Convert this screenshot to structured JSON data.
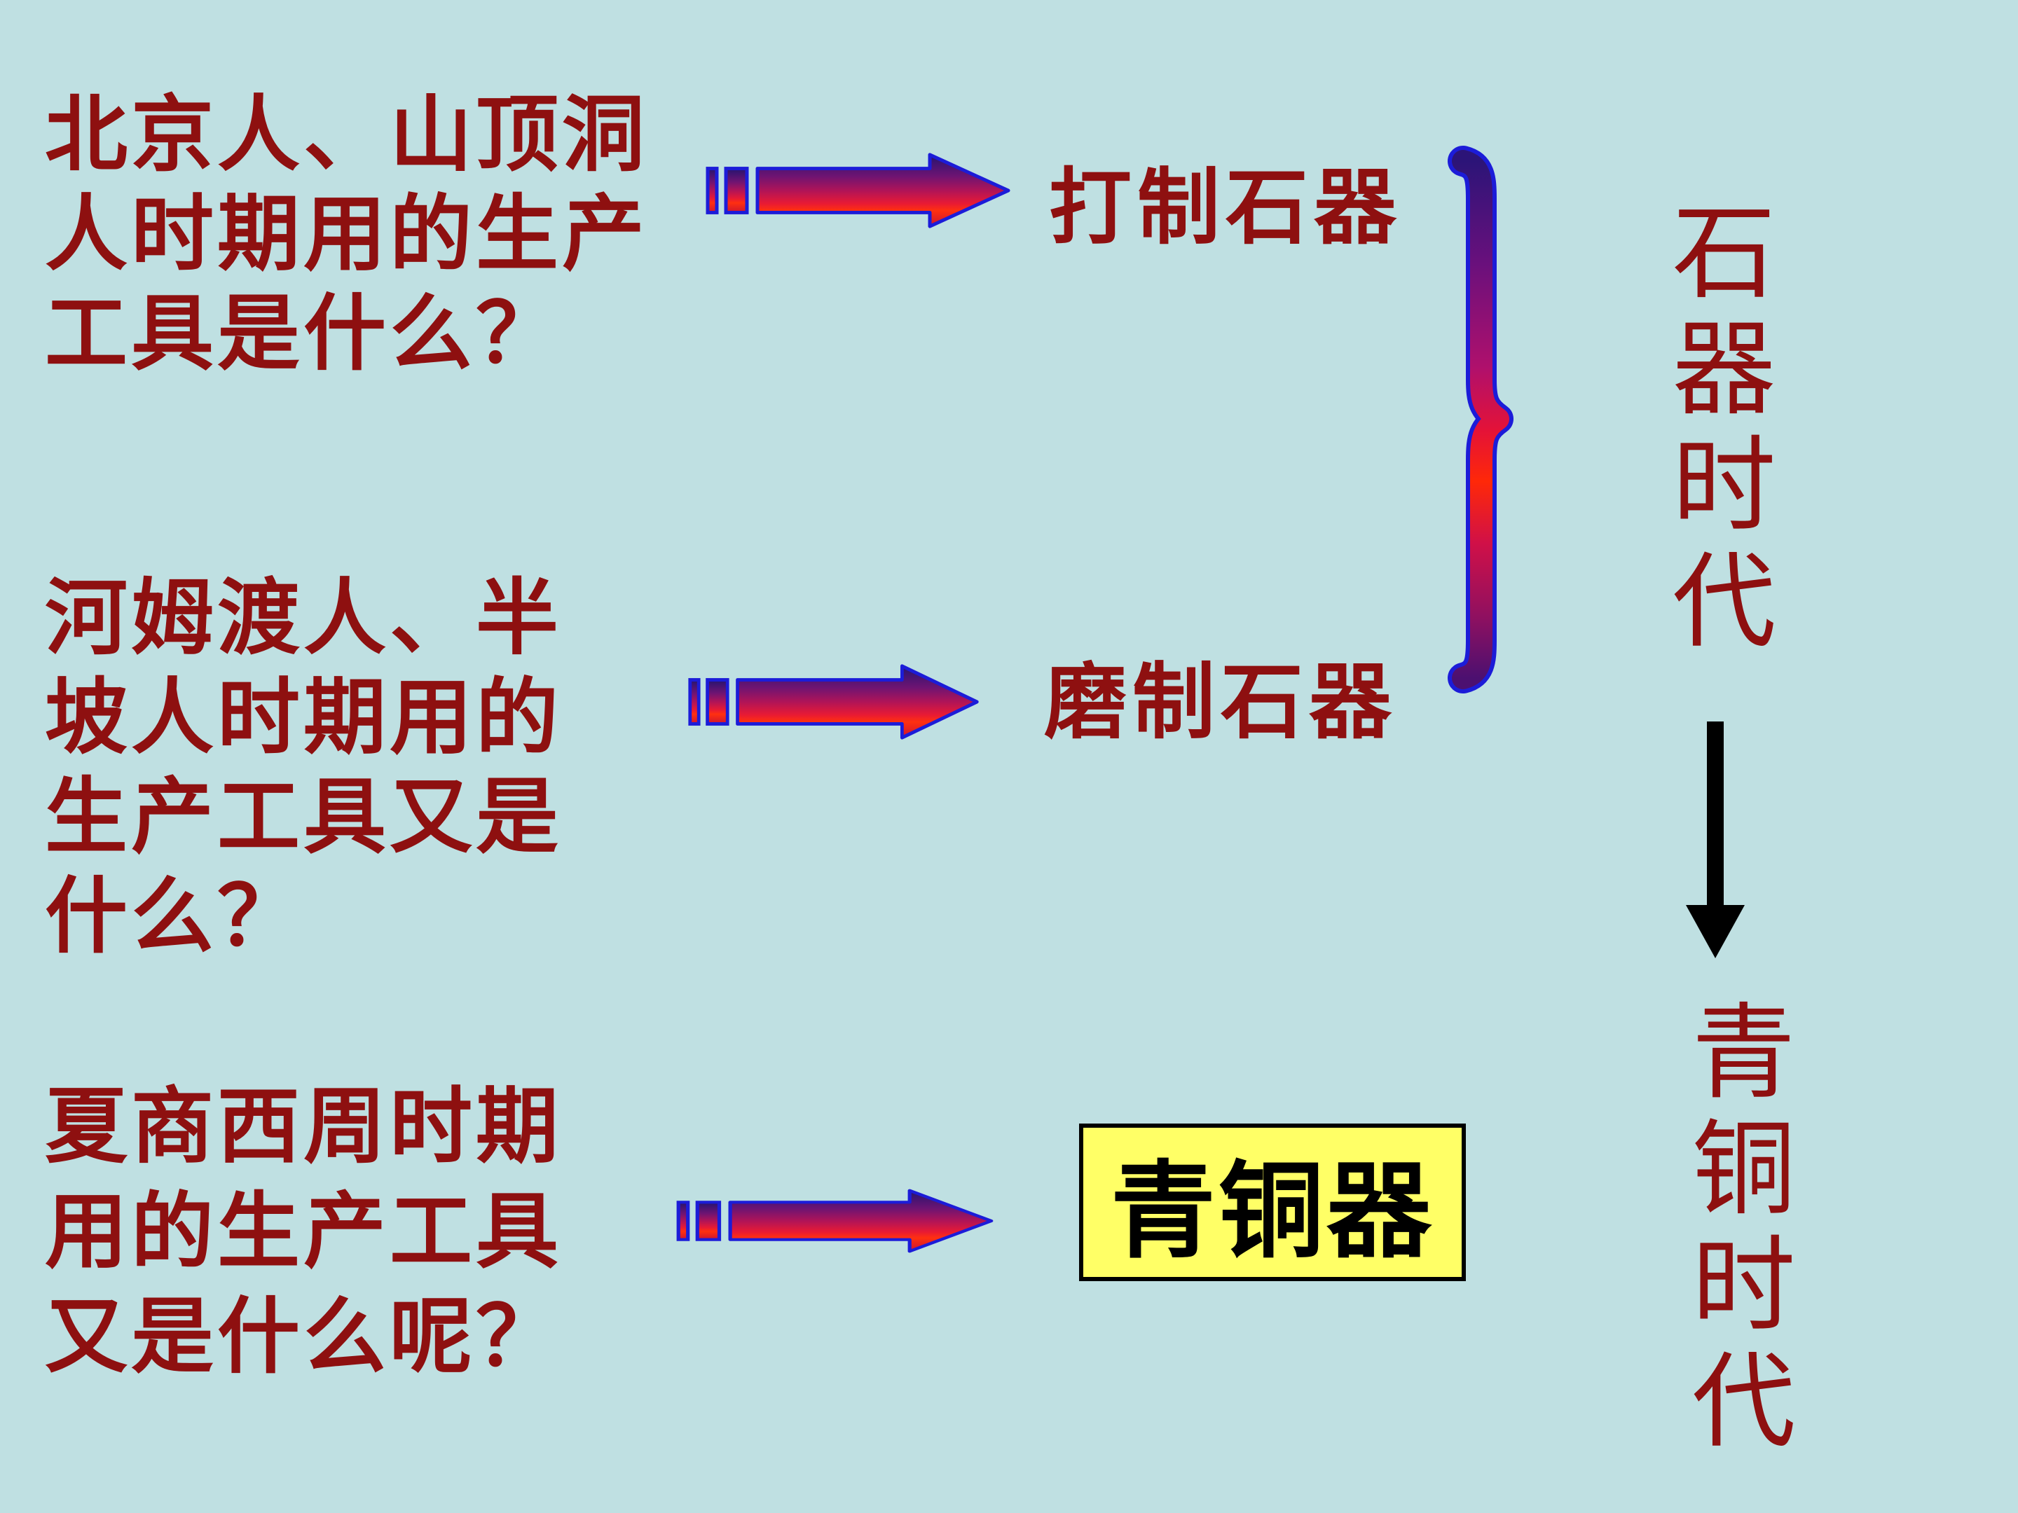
{
  "slide": {
    "colors": {
      "background": "#bfe0e2",
      "question_text": "#8e1010",
      "era_text": "#8e1010",
      "arrow_outline_blue": "#1c1cd8",
      "arrow_gradient_top": "#241470",
      "arrow_gradient_bright": "#ff3010",
      "highlight_box_fill": "#ffff66",
      "highlight_box_border": "#000000",
      "down_arrow": "#000000",
      "bronze_label_text": "#000000"
    },
    "questions": [
      {
        "lines": [
          "北京人、山顶洞",
          "人时期用的生产",
          "工具是什么？"
        ]
      },
      {
        "lines": [
          "河姆渡人、半",
          "坡人时期用的",
          "生产工具又是",
          "什么？"
        ]
      },
      {
        "lines": [
          "夏商西周时期",
          "用的生产工具",
          "又是什么呢？"
        ]
      }
    ],
    "answers": [
      {
        "label": "打制石器"
      },
      {
        "label": "磨制石器"
      },
      {
        "label": "青铜器"
      }
    ],
    "eras": [
      {
        "label": "石器时代"
      },
      {
        "label": "青铜时代"
      }
    ],
    "icons": [
      "striped-right-arrow-icon",
      "striped-right-arrow-icon",
      "striped-right-arrow-icon",
      "right-curly-brace-icon",
      "down-arrow-icon"
    ]
  }
}
